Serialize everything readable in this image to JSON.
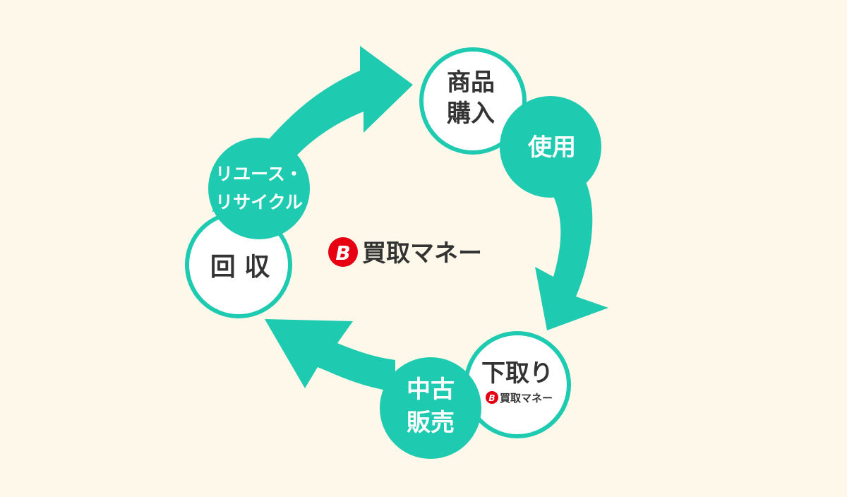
{
  "colors": {
    "background": "#fdf8ea",
    "accent": "#1ecab0",
    "circle_fill": "#ffffff",
    "text_dark": "#333333",
    "text_light": "#ffffff",
    "brand_red": "#e60012"
  },
  "center_logo": {
    "icon": "b-logo-icon",
    "text": "買取マネー"
  },
  "cycle": {
    "purchase": {
      "line1": "商品",
      "line2": "購入"
    },
    "use": {
      "label": "使用"
    },
    "trade_in": {
      "label": "下取り",
      "logo_text": "買取マネー"
    },
    "used_sale": {
      "line1": "中古",
      "line2": "販売"
    },
    "collection": {
      "label": "回 収"
    },
    "reuse": {
      "line1": "リユース・",
      "line2": "リサイクル"
    }
  }
}
